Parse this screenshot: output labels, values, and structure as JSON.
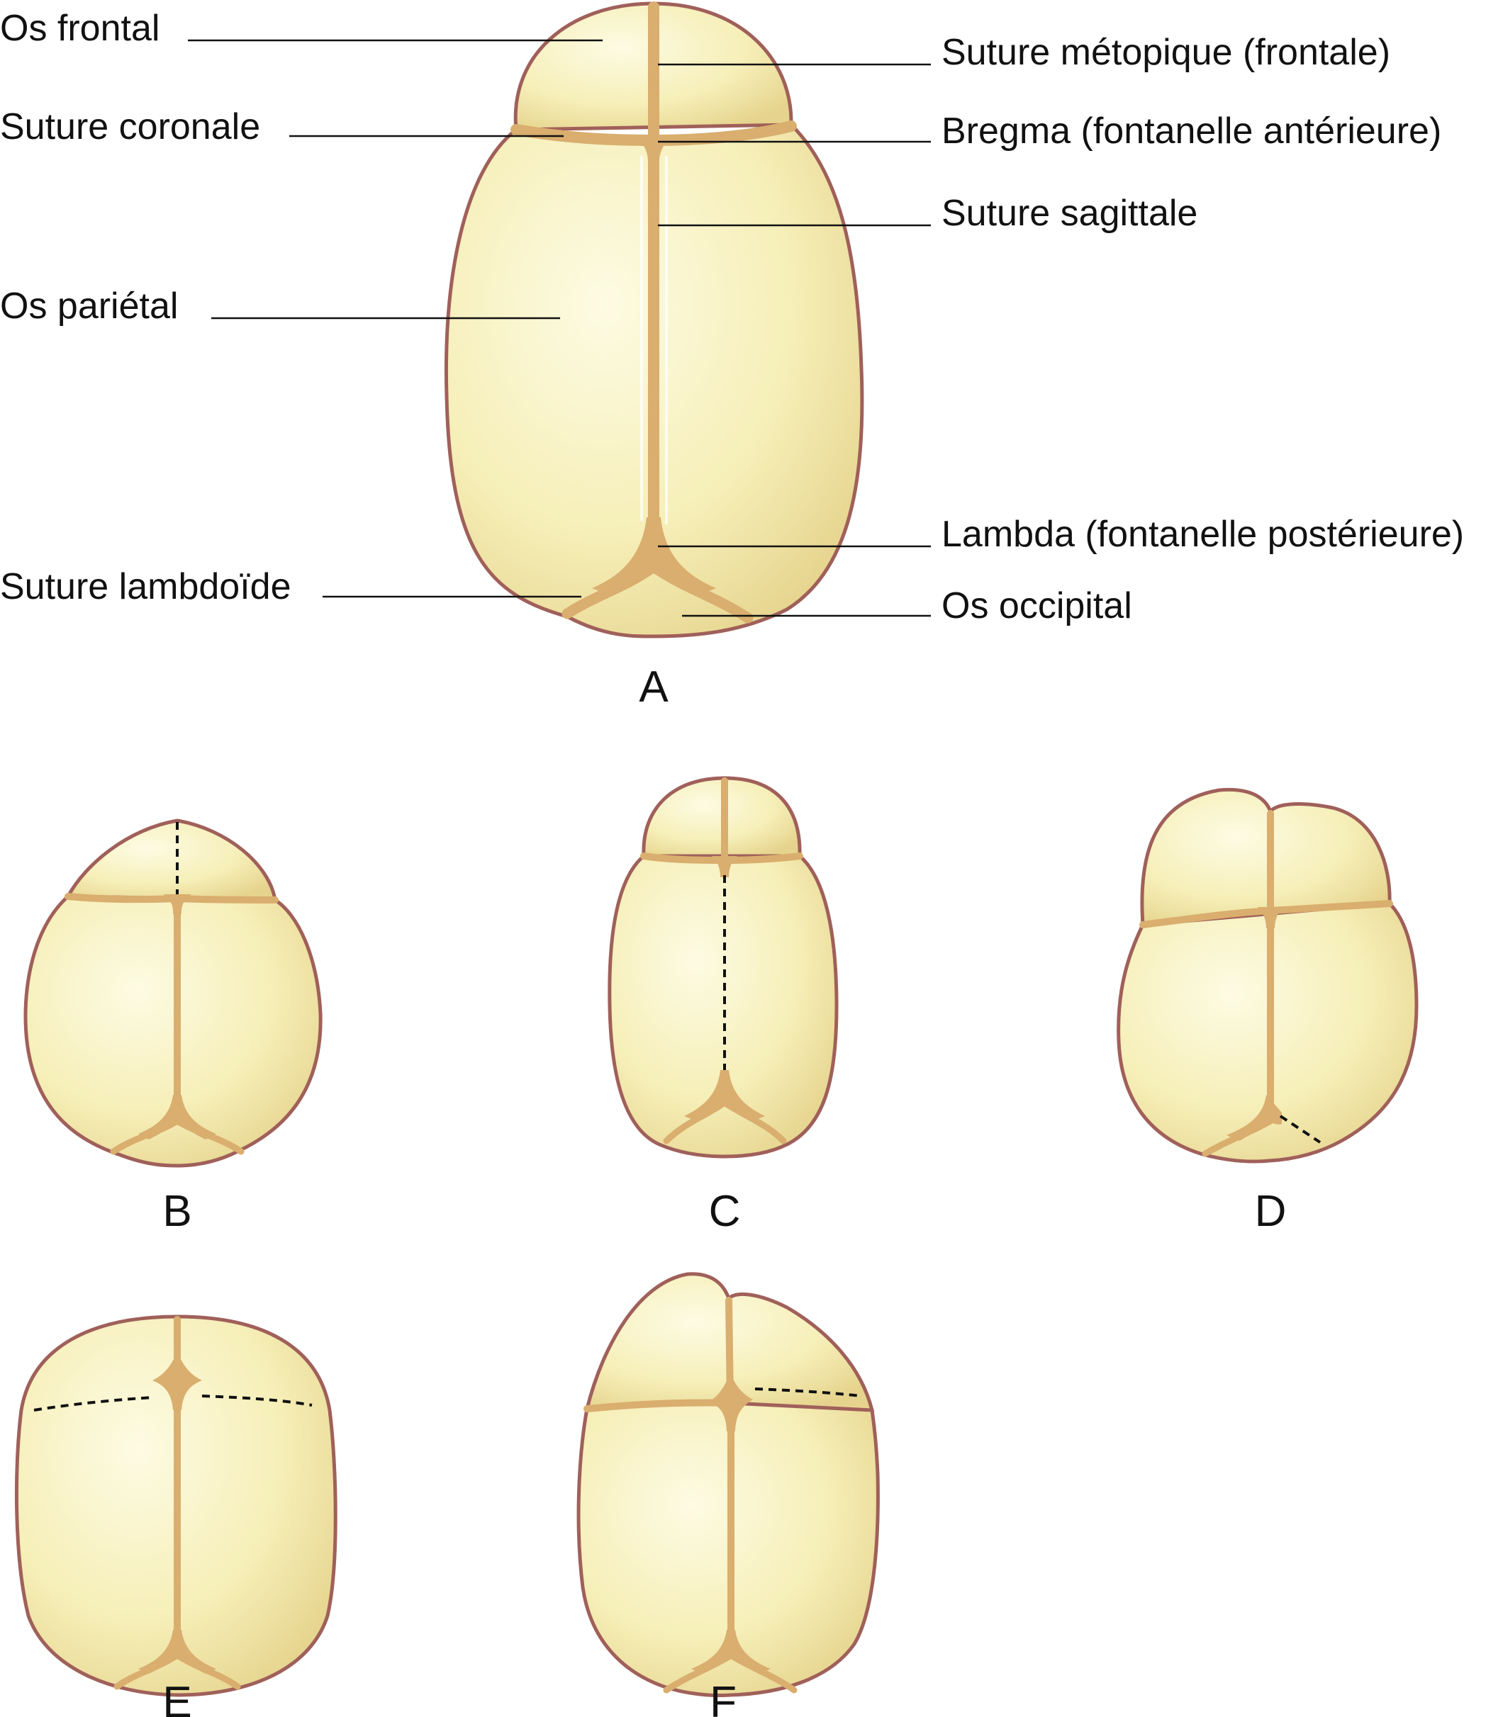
{
  "labels": {
    "frontal_bone": "Os frontal",
    "coronal_suture": "Suture coronale",
    "parietal_bone": "Os pariétal",
    "lambdoid_suture": "Suture lambdoïde",
    "metopic_suture": "Suture métopique (frontale)",
    "bregma": "Bregma (fontanelle antérieure)",
    "sagittal_suture": "Suture sagittale",
    "lambda": "Lambda (fontanelle postérieure)",
    "occipital_bone": "Os occipital"
  },
  "panels": {
    "a": "A",
    "b": "B",
    "c": "C",
    "d": "D",
    "e": "E",
    "f": "F"
  },
  "colors": {
    "bone_fill": "#f6efb8",
    "bone_light": "#fdfbe3",
    "bone_shade": "#e6d48e",
    "bone_outline": "#a0605a",
    "suture": "#d9ae6e",
    "dashed_line": "#111111",
    "text": "#111111"
  }
}
